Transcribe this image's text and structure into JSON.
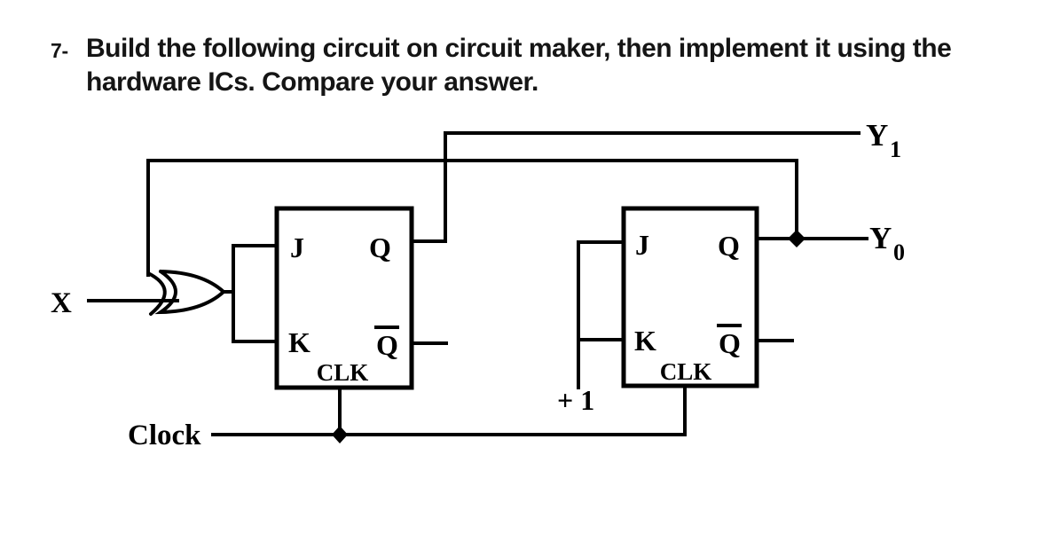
{
  "question": {
    "number": "7-",
    "lines": [
      "Build the following circuit on circuit maker, then implement it using the",
      "hardware ICs. Compare your answer."
    ]
  },
  "circuit": {
    "x_label": "X",
    "clock_label": "Clock",
    "plus_one_label": "+ 1",
    "y1": {
      "base": "Y",
      "sub": "1"
    },
    "y0": {
      "base": "Y",
      "sub": "0"
    },
    "flip_flops": [
      {
        "j": "J",
        "q": "Q",
        "k": "K",
        "q_bar": "Q",
        "clk": "CLK"
      },
      {
        "j": "J",
        "q": "Q",
        "k": "K",
        "q_bar": "Q",
        "clk": "CLK"
      }
    ],
    "gate_type": "XOR",
    "ink_color": "#000000",
    "background_color": "#ffffff"
  }
}
